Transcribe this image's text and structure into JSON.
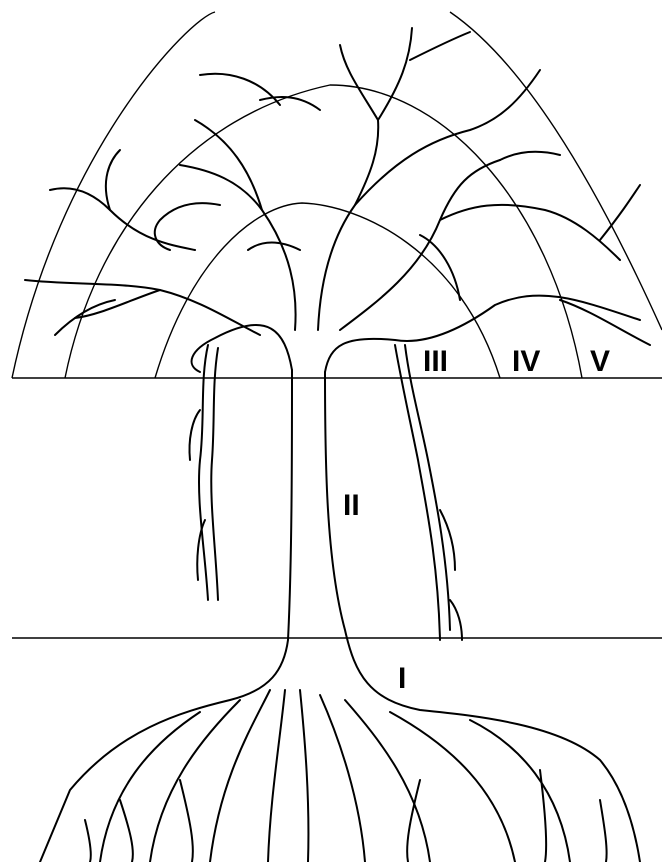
{
  "labels": {
    "zone_i": "I",
    "zone_ii": "II",
    "zone_iii": "III",
    "zone_iv": "IV",
    "zone_v": "V"
  },
  "colors": {
    "ink": "#000000",
    "background": "#ffffff"
  }
}
